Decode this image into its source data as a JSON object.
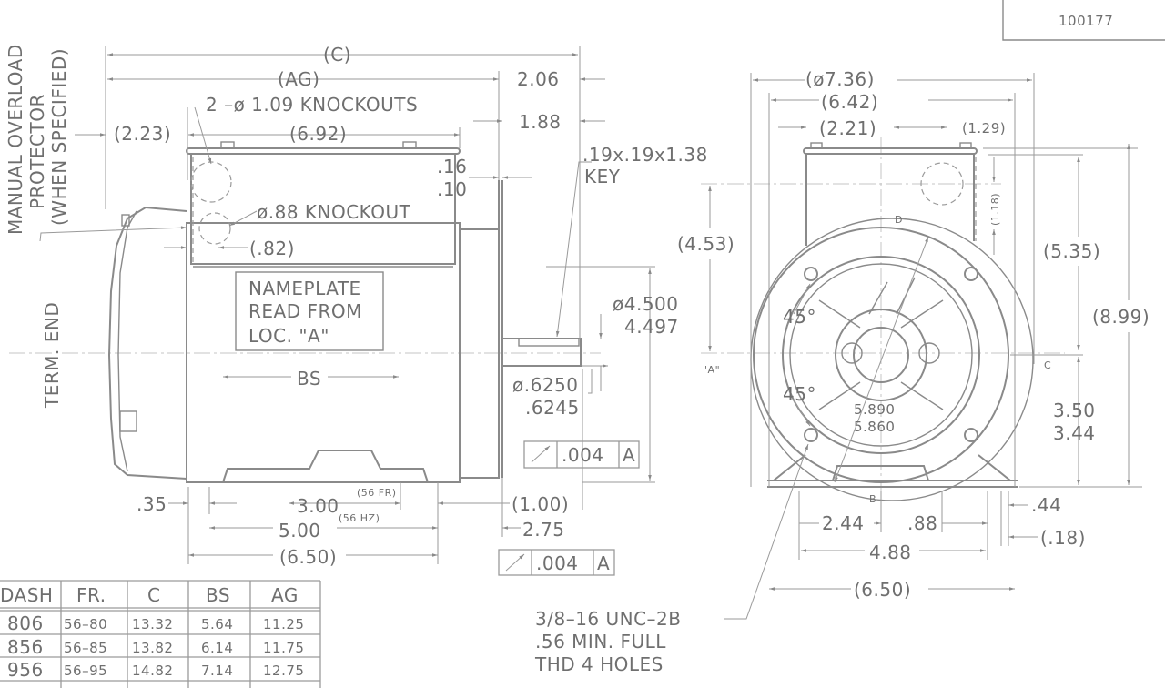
{
  "title_block": {
    "drawing_number": "100177"
  },
  "side_view": {
    "manual_overload_line1": "MANUAL OVERLOAD",
    "manual_overload_line2": "PROTECTOR",
    "manual_overload_line3": "(WHEN SPECIFIED)",
    "term_end": "TERM. END",
    "dim_c": "(C)",
    "dim_ag": "(AG)",
    "dim_2_06": "2.06",
    "dim_1_88": "1.88",
    "knockouts_2": "2 –ø 1.09 KNOCKOUTS",
    "dim_2_23": "(2.23)",
    "dim_6_92": "(6.92)",
    "key_line1": ".19x.19x1.38",
    "key_line2": "KEY",
    "dim_16": ".16",
    "dim_10": ".10",
    "knockout_88": "ø.88 KNOCKOUT",
    "dim_82": "(.82)",
    "nameplate_line1": "NAMEPLATE",
    "nameplate_line2": "READ FROM",
    "nameplate_line3": "LOC. \"A\"",
    "dim_4_500": "ø4.500",
    "dim_4_497": "4.497",
    "dim_bs": "BS",
    "dim_6250": "ø.6250",
    "dim_6245": ".6245",
    "tolerance_1": {
      "value": ".004",
      "datum": "A"
    },
    "tolerance_2": {
      "value": ".004",
      "datum": "A"
    },
    "dim_35": ".35",
    "dim_3_00": "3.00",
    "note_56fr": "(56 FR)",
    "dim_1_00": "(1.00)",
    "dim_5_00": "5.00",
    "note_56hz": "(56 HZ)",
    "dim_2_75": "2.75",
    "dim_6_50": "(6.50)"
  },
  "end_view": {
    "dim_7_36": "(ø7.36)",
    "dim_6_42": "(6.42)",
    "dim_2_21": "(2.21)",
    "dim_1_29": "(1.29)",
    "dim_1_18": "(1.18)",
    "label_d": "D",
    "dim_4_53": "(4.53)",
    "dim_5_35": "(5.35)",
    "dim_8_99": "(8.99)",
    "angle_top": "45°",
    "angle_bottom": "45°",
    "label_a": "\"A\"",
    "label_c": "C",
    "bolt_circle_1": "5.890",
    "bolt_circle_2": "5.860",
    "dim_3_50": "3.50",
    "dim_3_44": "3.44",
    "label_b": "B",
    "dim_44": ".44",
    "dim_2_44": "2.44",
    "dim_88": ".88",
    "dim_18": "(.18)",
    "dim_4_88": "4.88",
    "dim_6_50": "(6.50)",
    "thread_note_line1": "3/8–16 UNC–2B",
    "thread_note_line2": ".56 MIN. FULL",
    "thread_note_line3": "THD 4 HOLES"
  },
  "dimension_table": {
    "headers": [
      "DASH",
      "FR.",
      "C",
      "BS",
      "AG"
    ],
    "rows": [
      [
        "806",
        "56–80",
        "13.32",
        "5.64",
        "11.25"
      ],
      [
        "856",
        "56–85",
        "13.82",
        "6.14",
        "11.75"
      ],
      [
        "956",
        "56–95",
        "14.82",
        "7.14",
        "12.75"
      ]
    ]
  }
}
